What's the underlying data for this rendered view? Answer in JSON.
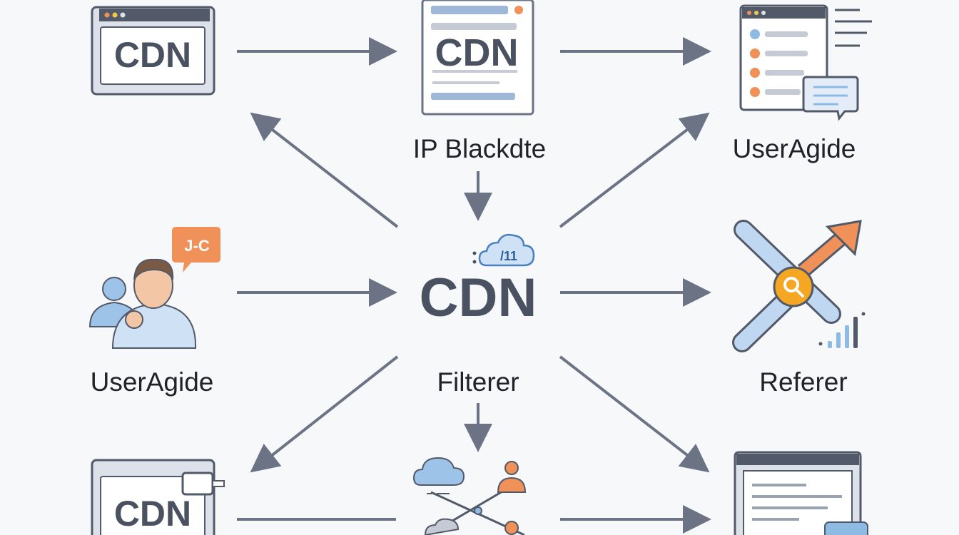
{
  "nodes": {
    "top_left": {
      "box_text": "CDN"
    },
    "top_center": {
      "box_text": "CDN",
      "label": "IP Blackdte"
    },
    "top_right": {
      "label": "UserAgide"
    },
    "middle_left": {
      "bubble_text": "J-C",
      "label": "UserAgide"
    },
    "center": {
      "main_text": "CDN",
      "cloud_text": "/11",
      "label": "Filterer"
    },
    "middle_right": {
      "label": "Referer"
    },
    "bottom_left": {
      "box_text": "CDN"
    }
  },
  "colors": {
    "slate": "#525a6a",
    "frame_fill": "#dde1ea",
    "arrow": "#6b7384",
    "orange": "#f0915a",
    "blue": "#8dbbe4",
    "light_panel": "#ffffff"
  }
}
